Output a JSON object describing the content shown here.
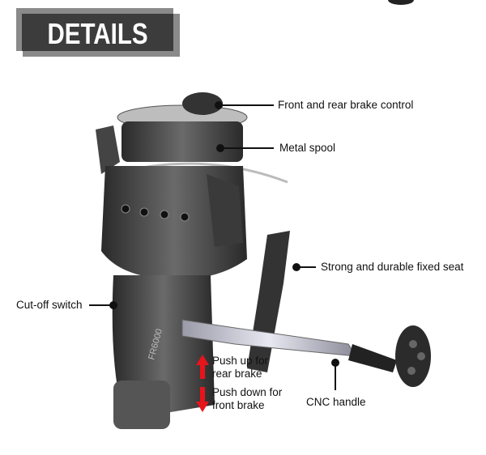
{
  "banner": {
    "title": "DETAILS"
  },
  "product": {
    "model_text": "FR6000"
  },
  "callouts": [
    {
      "label": "Front and rear brake control"
    },
    {
      "label": "Metal spool"
    },
    {
      "label": "Strong and durable fixed seat"
    },
    {
      "label": "Cut-off switch"
    },
    {
      "label_line1": "Push up for",
      "label_line2": "rear brake",
      "arrow": "arrow-up-icon",
      "color": "#e8141b"
    },
    {
      "label_line1": "Push down for",
      "label_line2": "front brake",
      "arrow": "arrow-down-icon",
      "color": "#e8141b"
    },
    {
      "label": "CNC handle"
    }
  ]
}
